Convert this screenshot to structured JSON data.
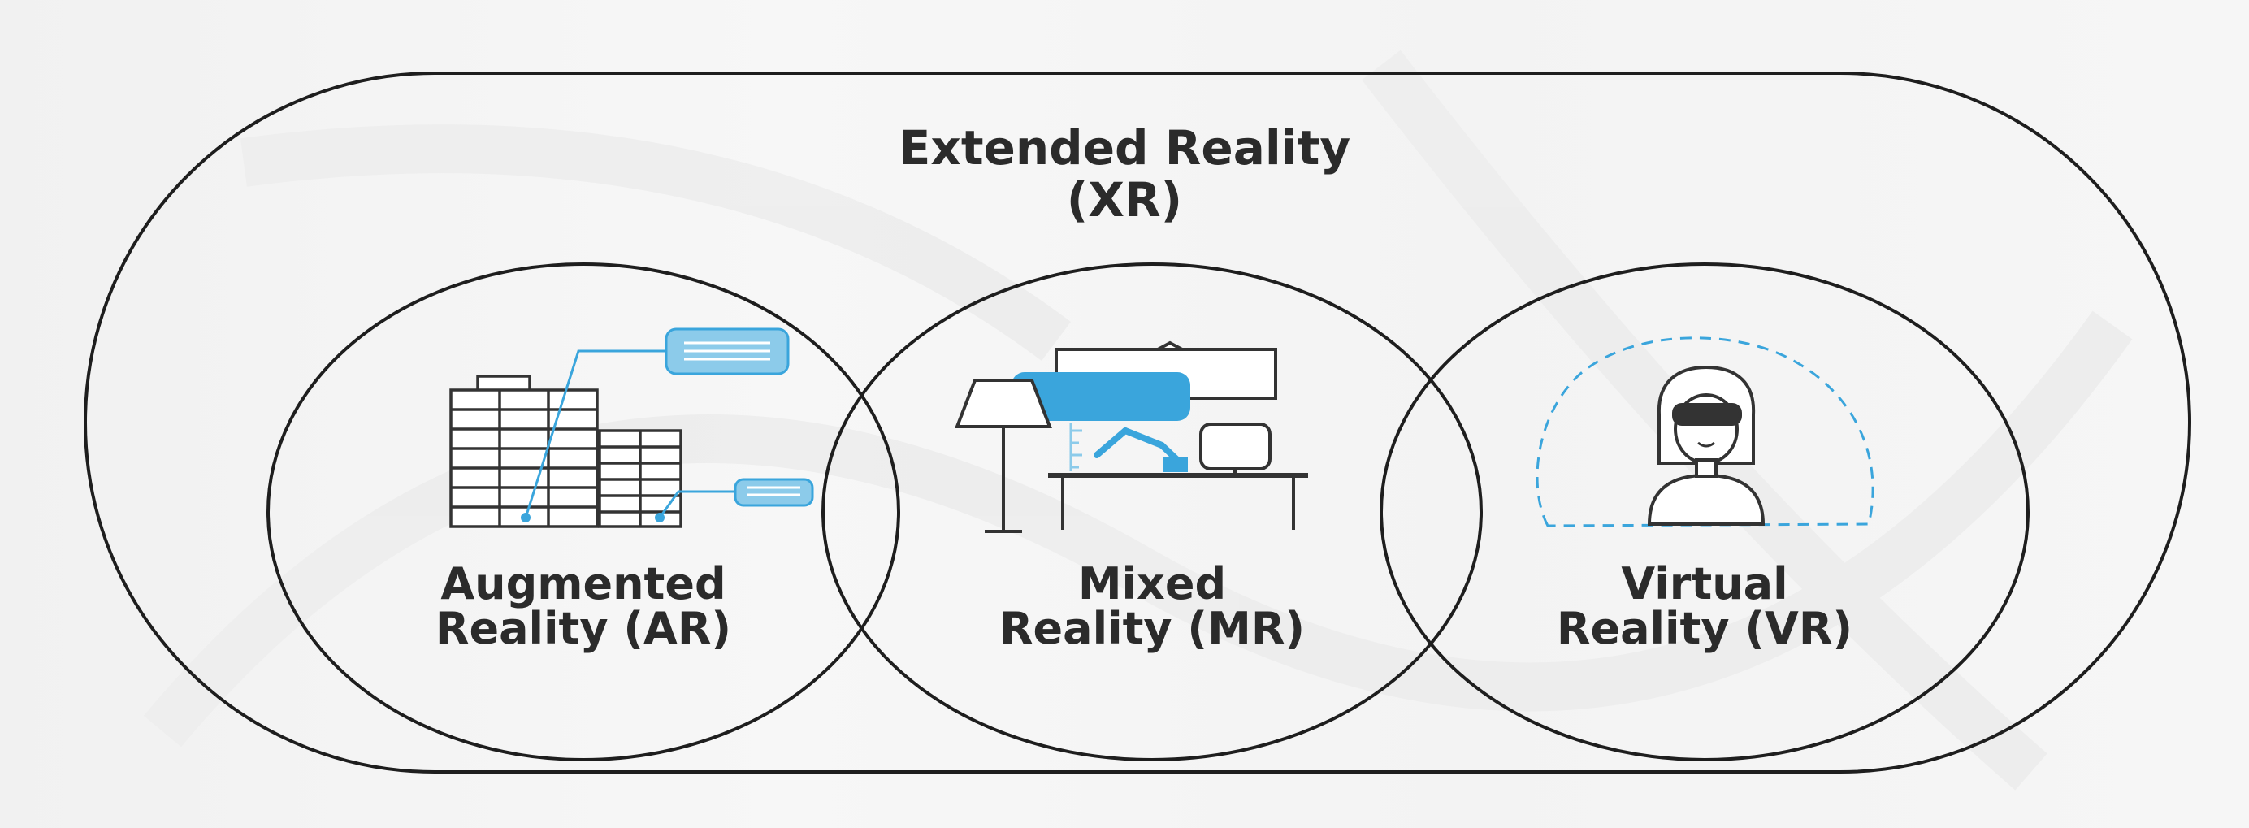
{
  "title": {
    "line1": "Extended Reality",
    "line2": "(XR)"
  },
  "circles": [
    {
      "id": "ar",
      "line1": "Augmented",
      "line2": "Reality (AR)",
      "icon": "buildings-with-callouts-icon"
    },
    {
      "id": "mr",
      "line1": "Mixed",
      "line2": "Reality (MR)",
      "icon": "desk-lamp-robot-arm-icon"
    },
    {
      "id": "vr",
      "line1": "Virtual",
      "line2": "Reality (VR)",
      "icon": "person-vr-headset-icon"
    }
  ],
  "colors": {
    "outline": "#1e1e1e",
    "accent_blue": "#3aa5dc",
    "light_blue": "#8ccbea",
    "icon_stroke": "#333333",
    "background": "#f4f4f4"
  }
}
